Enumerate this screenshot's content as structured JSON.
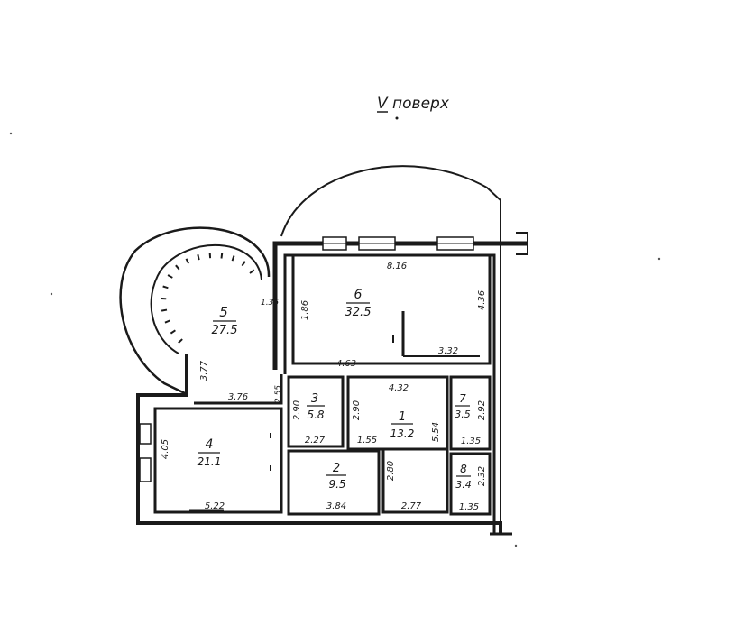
{
  "floor_title": "V поверх",
  "rooms": {
    "r1": {
      "number": "1",
      "area": "13.2"
    },
    "r2": {
      "number": "2",
      "area": "9.5"
    },
    "r3": {
      "number": "3",
      "area": "5.8"
    },
    "r4": {
      "number": "4",
      "area": "21.1"
    },
    "r5": {
      "number": "5",
      "area": "27.5"
    },
    "r6": {
      "number": "6",
      "area": "32.5"
    },
    "r7": {
      "number": "7",
      "area": "3.5"
    },
    "r8": {
      "number": "8",
      "area": "3.4"
    }
  },
  "dimensions": {
    "d_816": "8.16",
    "d_136": "1.36",
    "d_186": "1.86",
    "d_436": "4.36",
    "d_463": "4.63",
    "d_332": "3.32",
    "d_377": "3.77",
    "d_376": "3.76",
    "d_255": "2.55",
    "d_290a": "2.90",
    "d_290b": "2.90",
    "d_432": "4.32",
    "d_292": "2.92",
    "d_227": "2.27",
    "d_155": "1.55",
    "d_554": "5.54",
    "d_135a": "1.35",
    "d_405": "4.05",
    "d_280": "2.80",
    "d_232": "2.32",
    "d_522": "5.22",
    "d_384": "3.84",
    "d_277": "2.77",
    "d_135b": "1.35"
  }
}
